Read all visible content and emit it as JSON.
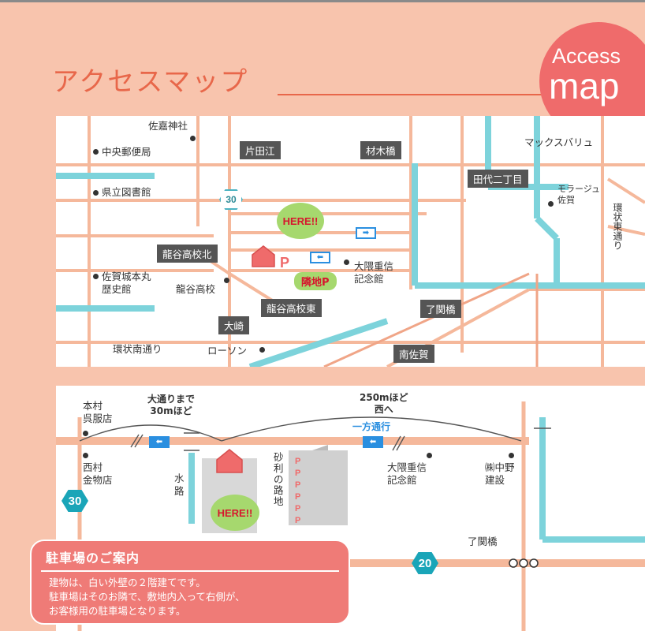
{
  "header": {
    "title": "アクセスマップ",
    "badge_line1": "Access",
    "badge_line2": "map"
  },
  "map1": {
    "places": {
      "sagajinja": "佐嘉神社",
      "post": "中央郵便局",
      "library": "県立図書館",
      "castle": "佐賀城本丸\n歴史館",
      "ryukoku_school": "龍谷高校",
      "okuma_memorial": "大隈重信\n記念館",
      "max": "マックスバリュ",
      "moraju": "モラージュ\n佐賀",
      "kanjo_east": "環状東\n通り",
      "kanjo_south": "環状南通り",
      "lawson": "ローソン"
    },
    "tags": {
      "katadae": "片田江",
      "zaimokubashi": "材木橋",
      "tashiro": "田代二丁目",
      "ryukoku_north": "龍谷高校北",
      "ryukoku_east": "龍谷高校東",
      "okisaki": "大崎",
      "ryokanbashi": "了関橋",
      "minamisaga": "南佐賀"
    },
    "route": "30",
    "here": "HERE!!",
    "parking": "P",
    "rinchi": "隣地P"
  },
  "map2": {
    "labels": {
      "to_odori": "大通りまで\n30mほど",
      "to_west": "250mほど\n西へ",
      "one_way": "一方通行",
      "motomura": "本村\n呉服店",
      "nishimura": "西村\n金物店",
      "suiro": "水\n路",
      "jarimichi": "砂\n利\nの\n路\n地",
      "okuma_memorial": "大隈重信\n記念館",
      "nakano": "㈱中野\n建設",
      "ryokanbashi": "了関橋"
    },
    "route_30": "30",
    "route_20": "20",
    "here": "HERE!!",
    "parking_marks": "P\nP\nP\nP\nP\nP"
  },
  "notice": {
    "title": "駐車場のご案内",
    "body": "建物は、白い外壁の２階建てです。\n駐車場はそのお隣で、敷地内入って右側が、\nお客様用の駐車場となります。"
  },
  "colors": {
    "road": "#f5b89b",
    "river": "#7dd3db",
    "accent": "#ef6b6b",
    "here_bubble": "#a6d86e"
  }
}
